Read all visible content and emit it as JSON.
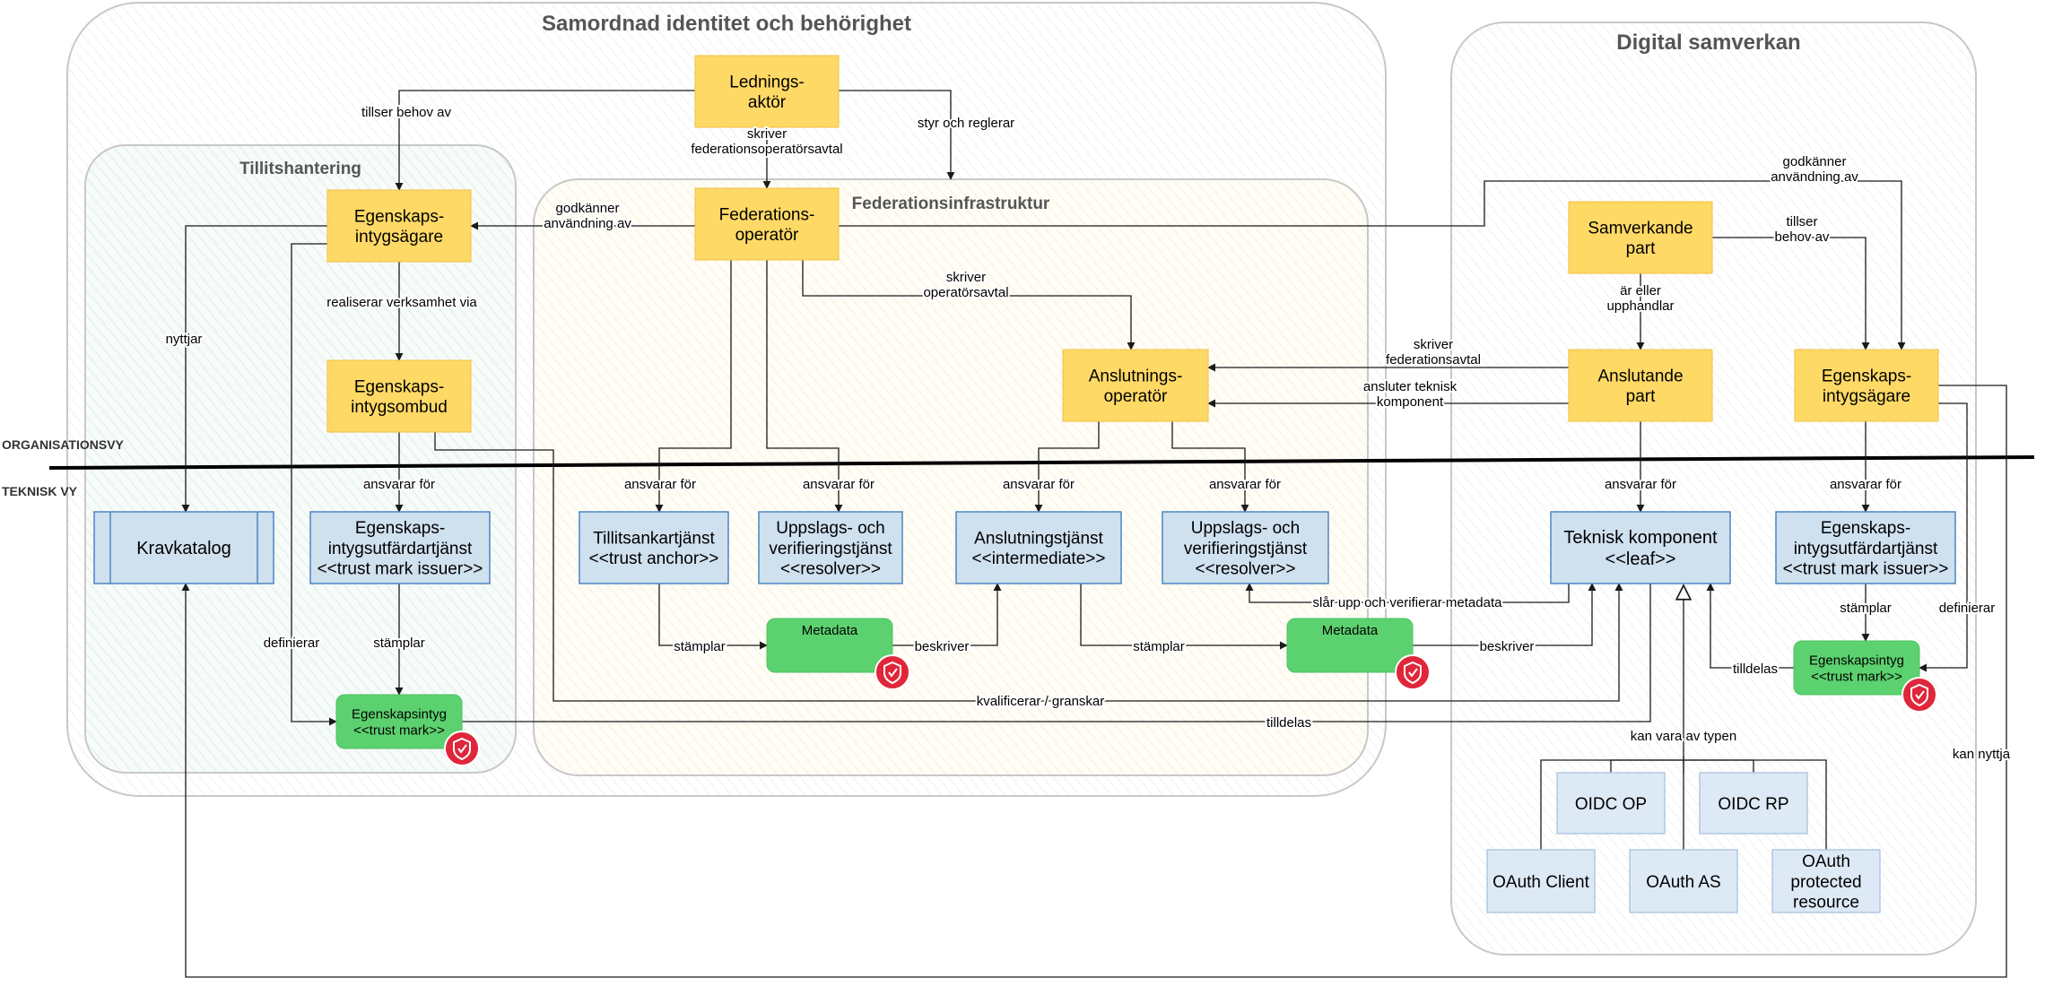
{
  "groups": {
    "samordnad": "Samordnad identitet och behörighet",
    "digital": "Digital samverkan",
    "tillit": "Tillitshantering",
    "federation": "Federationsinfrastruktur"
  },
  "views": {
    "org": "ORGANISATIONSVY",
    "tech": "TEKNISK VY"
  },
  "nodes": {
    "ledningsaktor": [
      "Lednings-",
      "aktör"
    ],
    "egenskapsintygsagare": [
      "Egenskaps-",
      "intygsägare"
    ],
    "federationsoperator": [
      "Federations-",
      "operatör"
    ],
    "egenskapsintygsombud": [
      "Egenskaps-",
      "intygsombud"
    ],
    "anslutningsoperator": [
      "Anslutnings-",
      "operatör"
    ],
    "samverkande_part": [
      "Samverkande",
      "part"
    ],
    "anslutande_part": [
      "Anslutande",
      "part"
    ],
    "egenskapsintygsagare_2": [
      "Egenskaps-",
      "intygsägare"
    ],
    "kravkatalog": [
      "Kravkatalog"
    ],
    "utfardartjanst": [
      "Egenskaps-",
      "intygsutfärdartjänst",
      "<<trust mark issuer>>"
    ],
    "tillitsankar": [
      "Tillitsankartjänst",
      "<<trust anchor>>"
    ],
    "uppslag_1": [
      "Uppslags- och",
      "verifieringstjänst",
      "<<resolver>>"
    ],
    "anslutningstjanst": [
      "Anslutningstjänst",
      "<<intermediate>>"
    ],
    "uppslag_2": [
      "Uppslags- och",
      "verifieringstjänst",
      "<<resolver>>"
    ],
    "teknisk_komponent": [
      "Teknisk komponent",
      "<<leaf>>"
    ],
    "utfardartjanst_2": [
      "Egenskaps-",
      "intygsutfärdartjänst",
      "<<trust mark issuer>>"
    ],
    "metadata_1": [
      "Metadata"
    ],
    "metadata_2": [
      "Metadata"
    ],
    "egenskapsintyg_1": [
      "Egenskapsintyg",
      "<<trust mark>>"
    ],
    "egenskapsintyg_2": [
      "Egenskapsintyg",
      "<<trust mark>>"
    ],
    "oidc_op": [
      "OIDC OP"
    ],
    "oidc_rp": [
      "OIDC RP"
    ],
    "oauth_client": [
      "OAuth Client"
    ],
    "oauth_as": [
      "OAuth AS"
    ],
    "oauth_protected": [
      "OAuth",
      "protected",
      "resource"
    ]
  },
  "edges": {
    "tillser_behov_av": [
      "tillser behov av"
    ],
    "skriver_federationsoperatorsavtal": [
      "skriver",
      "federationsoperatörsavtal"
    ],
    "styr_och_reglerar": [
      "styr och reglerar"
    ],
    "godkanner_anvandning_av": [
      "godkänner",
      "användning av"
    ],
    "realiserar_verksamhet_via": [
      "realiserar verksamhet via"
    ],
    "nyttjar": [
      "nyttjar"
    ],
    "skriver_operatorsavtal": [
      "skriver",
      "operatörsavtal"
    ],
    "godkanner_anvandning_av_2": [
      "godkänner",
      "användning av"
    ],
    "tillser_behov_av_2": [
      "tillser",
      "behov av"
    ],
    "ar_eller_upphandlar": [
      "är eller",
      "upphandlar"
    ],
    "skriver_federationsavtal": [
      "skriver",
      "federationsavtal"
    ],
    "ansluter_teknisk_komponent": [
      "ansluter teknisk",
      "komponent"
    ],
    "ansvarar_for_1": [
      "ansvarar för"
    ],
    "ansvarar_for_2": [
      "ansvarar för"
    ],
    "ansvarar_for_3": [
      "ansvarar för"
    ],
    "ansvarar_for_4": [
      "ansvarar för"
    ],
    "ansvarar_for_5": [
      "ansvarar för"
    ],
    "ansvarar_for_6": [
      "ansvarar för"
    ],
    "ansvarar_for_7": [
      "ansvarar för"
    ],
    "stamplar_1": [
      "stämplar"
    ],
    "definierar_1": [
      "definierar"
    ],
    "stamplar_2": [
      "stämplar"
    ],
    "beskriver_1": [
      "beskriver"
    ],
    "stamplar_3": [
      "stämplar"
    ],
    "beskriver_2": [
      "beskriver"
    ],
    "slar_upp": [
      "slår upp och verifierar metadata"
    ],
    "kvalificerar": [
      "kvalificerar / granskar"
    ],
    "tilldelas_1": [
      "tilldelas"
    ],
    "stamplar_4": [
      "stämplar"
    ],
    "definierar_2": [
      "definierar"
    ],
    "tilldelas_2": [
      "tilldelas"
    ],
    "kan_vara_av_typen": [
      "kan vara av typen"
    ],
    "kan_nyttja": [
      "kan nyttja"
    ]
  },
  "colors": {
    "yellow_node": "#ffd966",
    "blue_node": "#cfe0ef",
    "green_node": "#5cd16f",
    "badge": "#e0263a"
  },
  "icons": [
    "shield-badge-icon",
    "generalization-arrow-icon"
  ]
}
